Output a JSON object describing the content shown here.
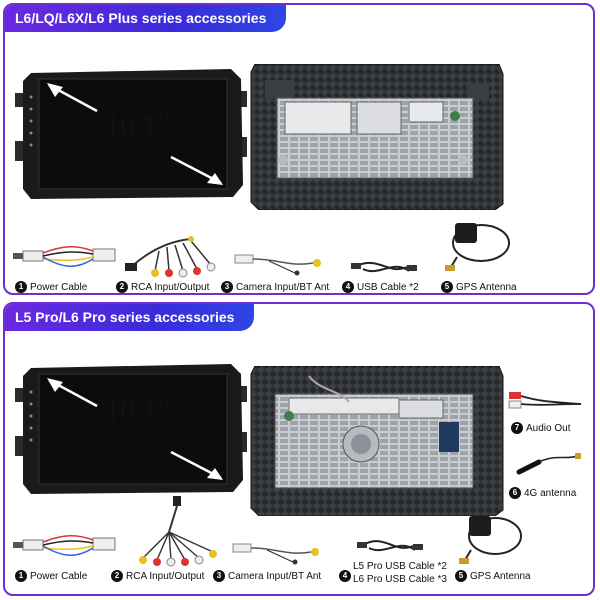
{
  "section1": {
    "title": "L6/LQ/L6X/L6 Plus series accessories",
    "screen_size": "10.1″",
    "accessories": [
      {
        "num": "1",
        "label": "Power Cable"
      },
      {
        "num": "2",
        "label": "RCA Input/Output"
      },
      {
        "num": "3",
        "label": "Camera Input/BT Ant"
      },
      {
        "num": "4",
        "label": "USB Cable *2"
      },
      {
        "num": "5",
        "label": "GPS Antenna"
      }
    ]
  },
  "section2": {
    "title": "L5 Pro/L6 Pro series accessories",
    "screen_size": "10.1″",
    "accessories": [
      {
        "num": "1",
        "label": "Power Cable"
      },
      {
        "num": "2",
        "label": "RCA Input/Output"
      },
      {
        "num": "3",
        "label": "Camera Input/BT Ant"
      },
      {
        "num": "4",
        "label": "L5 Pro USB Cable *2",
        "label2": "L6 Pro USB Cable *3"
      },
      {
        "num": "5",
        "label": "GPS Antenna"
      },
      {
        "num": "6",
        "label": "4G antenna"
      },
      {
        "num": "7",
        "label": "Audio Out"
      }
    ]
  }
}
